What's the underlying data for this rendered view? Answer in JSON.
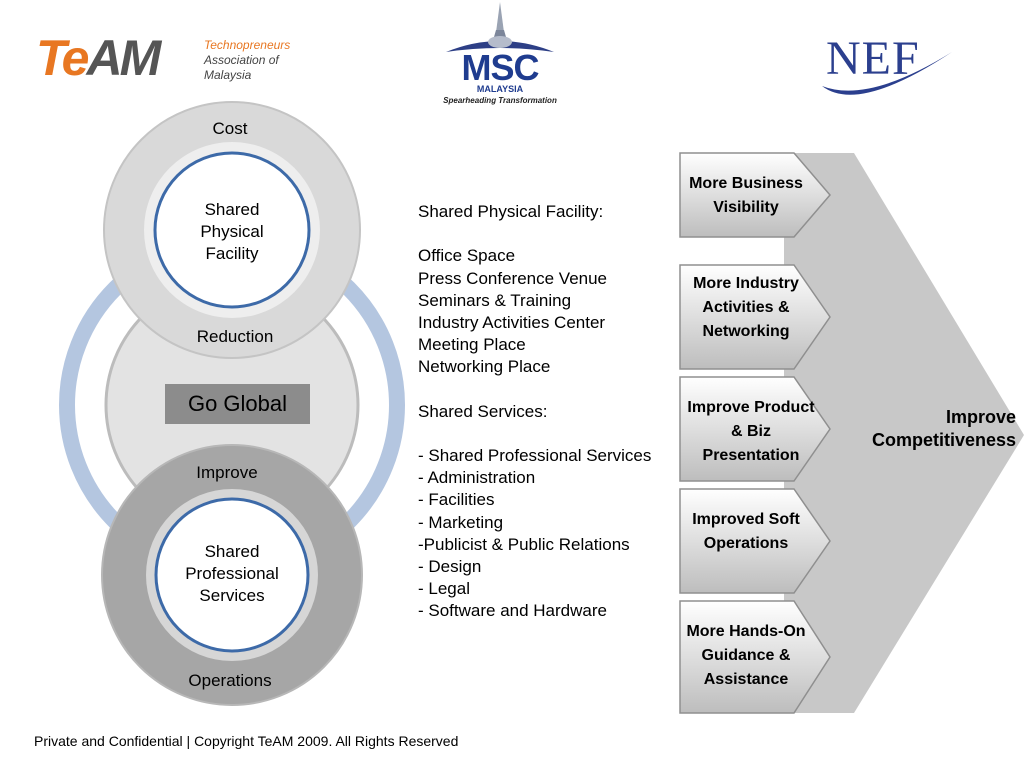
{
  "logos": {
    "team": {
      "word_part1": "Te",
      "word_part2": "AM",
      "line1": "Technopreneurs",
      "line2": "Association of",
      "line3": "Malaysia"
    },
    "msc": {
      "word": "MSC",
      "line1": "MALAYSIA",
      "line2": "Spearheading Transformation"
    },
    "nef": {
      "word": "NEF"
    }
  },
  "diagram": {
    "top_circle": {
      "top_label": "Cost",
      "inner_label": "Shared Physical Facility"
    },
    "middle_label": "Reduction",
    "go_global": "Go Global",
    "improve_label": "Improve",
    "bottom_circle": {
      "inner_label": "Shared Professional Services",
      "bottom_label": "Operations"
    }
  },
  "details": {
    "lines": [
      "Shared Physical Facility:",
      "",
      "Office Space",
      "Press Conference Venue",
      "Seminars & Training",
      "Industry Activities Center",
      "Meeting Place",
      "Networking Place",
      "",
      "Shared Services:",
      "",
      "- Shared Professional Services",
      "- Administration",
      "- Facilities",
      "- Marketing",
      "-Publicist & Public Relations",
      "- Design",
      "- Legal",
      "- Software and Hardware"
    ]
  },
  "benefits": {
    "items": [
      "More Business Visibility",
      "More Industry Activities & Networking",
      "Improve Product & Biz Presentation",
      "Improved Soft Operations",
      "More Hands-On Guidance & Assistance"
    ],
    "outcome": "Improve Competitiveness"
  },
  "footer": "Private and Confidential | Copyright TeAM 2009. All Rights Reserved",
  "colors": {
    "team_orange": "#e87722",
    "msc_blue": "#1f3c8f",
    "nef_blue": "#2b3f8e",
    "ring_blue": "#b4c6e0",
    "inner_ring_blue": "#3d6aa8",
    "go_global_bg": "#8c8c8c",
    "big_arrow_gray": "#c8c8c8"
  }
}
